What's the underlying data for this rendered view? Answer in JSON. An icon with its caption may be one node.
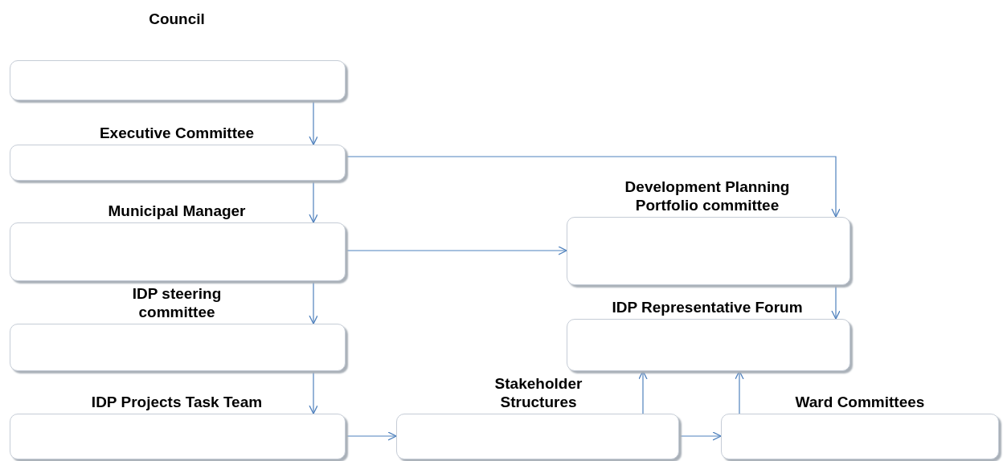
{
  "diagram": {
    "nodes": [
      {
        "text": [
          "Council"
        ]
      },
      {
        "text": [
          "Executive Committee"
        ]
      },
      {
        "text": [
          "Municipal Manager"
        ]
      },
      {
        "text": [
          "IDP steering committee"
        ]
      },
      {
        "text": [
          "IDP Projects Task Team"
        ]
      },
      {
        "text": [
          "Stakeholder Structures"
        ]
      },
      {
        "text": [
          "Ward Committees"
        ]
      },
      {
        "text": [
          "Development Planning Portfolio committee"
        ]
      },
      {
        "text": [
          "IDP Representative Forum"
        ]
      }
    ],
    "edges": [
      {
        "from": 0,
        "to": 1,
        "arrow": "to"
      },
      {
        "from": 1,
        "to": 2,
        "arrow": "to"
      },
      {
        "from": 2,
        "to": 3,
        "arrow": "to"
      },
      {
        "from": 3,
        "to": 4,
        "arrow": "to"
      },
      {
        "from": 1,
        "to": 7,
        "arrow": "to"
      },
      {
        "from": 2,
        "to": 7,
        "arrow": "to"
      },
      {
        "from": 7,
        "to": 8,
        "arrow": "to"
      },
      {
        "from": 4,
        "to": 5,
        "arrow": "to"
      },
      {
        "from": 5,
        "to": 6,
        "arrow": "to"
      },
      {
        "from": 5,
        "to": 8,
        "arrow": "to"
      },
      {
        "from": 6,
        "to": 8,
        "arrow": "to"
      }
    ]
  }
}
